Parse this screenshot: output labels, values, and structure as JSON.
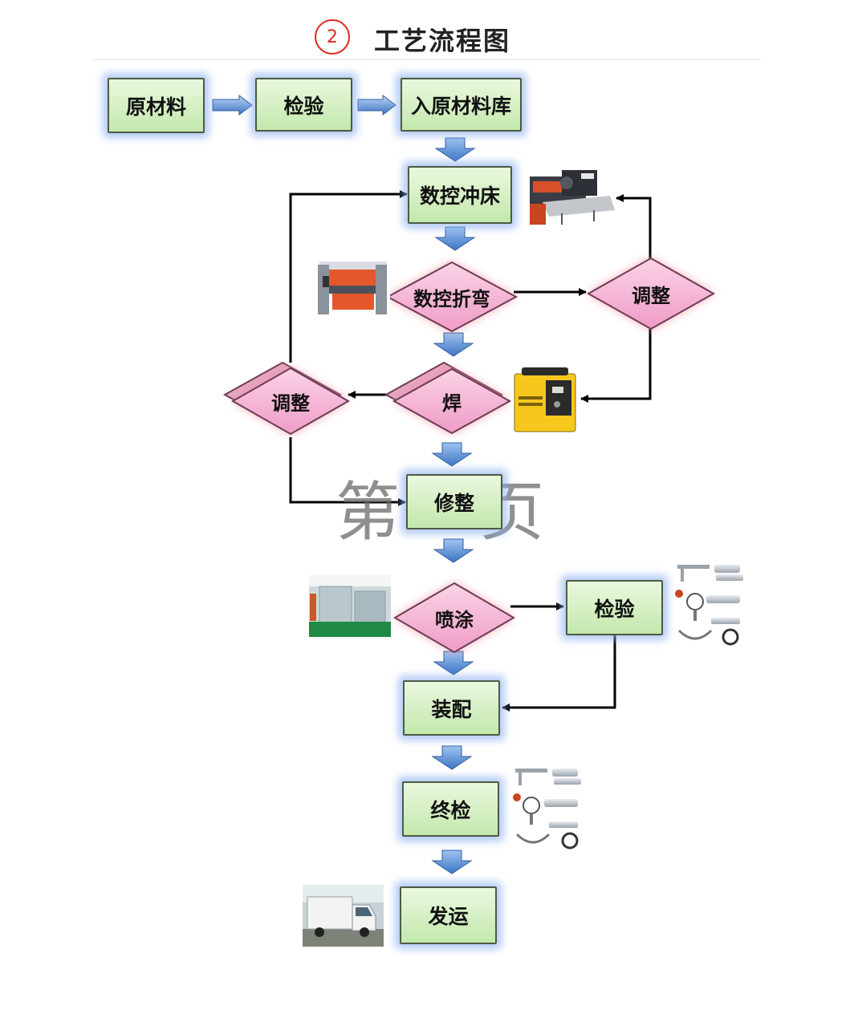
{
  "header": {
    "number": "2",
    "title": "工艺流程图"
  },
  "watermark": {
    "left": "第",
    "right": "页"
  },
  "flow": {
    "raw_material": "原材料",
    "inspect_1": "检验",
    "raw_storage": "入原材料库",
    "cnc_punch": "数控冲床",
    "cnc_bending": "数控折弯",
    "adjust_right": "调整",
    "weld": "焊",
    "adjust_left": "调整",
    "trim": "修整",
    "spray": "喷涂",
    "inspect_2": "检验",
    "assembly": "装配",
    "final_inspect": "终检",
    "ship": "发运"
  },
  "colors": {
    "box_fill": "#d6f0c4",
    "box_glow": "#8cafef",
    "diamond_fill": "#f4b6d4",
    "diamond_glow": "#f08a9a",
    "down_arrow": "#4f87d0",
    "accent_red": "#e0281e"
  },
  "images": [
    "punch-press-machine",
    "press-brake-machine",
    "welding-machine",
    "spray-booth",
    "measuring-tools",
    "measuring-tools",
    "box-truck"
  ]
}
